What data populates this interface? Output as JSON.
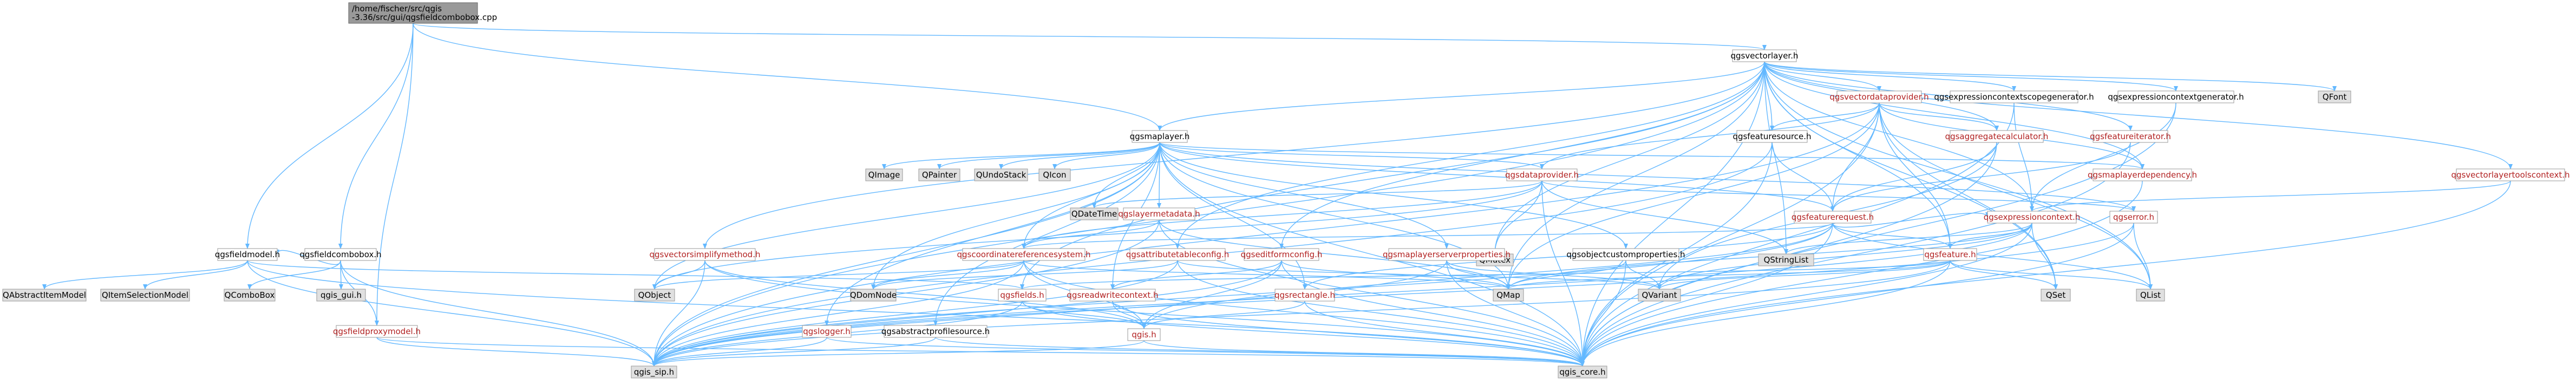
{
  "colors": {
    "edge": "#63b8ff",
    "edge_head": "#63b8ff",
    "node_fill": "#ffffff",
    "node_border": "#999999",
    "ext_fill": "#e0e0e0",
    "ext_border": "#999999",
    "root_fill": "#999999",
    "root_border": "#666666",
    "link_text": "#b22222",
    "plain_text": "#000000"
  },
  "nodes": [
    {
      "id": "root",
      "lines": [
        "/home/fischer/src/qgis",
        "-3.36/src/gui/qgsfieldcombobox.cpp"
      ],
      "kind": "root"
    },
    {
      "id": "qgsfieldmodel",
      "lines": [
        "qgsfieldmodel.h"
      ],
      "kind": "normal"
    },
    {
      "id": "qgsfieldcombobox",
      "lines": [
        "qgsfieldcombobox.h"
      ],
      "kind": "normal"
    },
    {
      "id": "qgsfieldproxymodel",
      "lines": [
        "qgsfieldproxymodel.h"
      ],
      "kind": "link"
    },
    {
      "id": "qgsvectorlayer",
      "lines": [
        "qgsvectorlayer.h"
      ],
      "kind": "normal"
    },
    {
      "id": "qgsmaplayer",
      "lines": [
        "qgsmaplayer.h"
      ],
      "kind": "normal"
    },
    {
      "id": "qgsvectordataprovider",
      "lines": [
        "qgsvectordataprovider.h"
      ],
      "kind": "link"
    },
    {
      "id": "qgsexprscopegen",
      "lines": [
        "qgsexpressioncontextscopegenerator.h"
      ],
      "kind": "normal"
    },
    {
      "id": "qgsexprgen",
      "lines": [
        "qgsexpressioncontextgenerator.h"
      ],
      "kind": "normal"
    },
    {
      "id": "QFont",
      "lines": [
        "QFont"
      ],
      "kind": "ext"
    },
    {
      "id": "qgsfeaturesource",
      "lines": [
        "qgsfeaturesource.h"
      ],
      "kind": "normal"
    },
    {
      "id": "qgsaggregatecalculator",
      "lines": [
        "qgsaggregatecalculator.h"
      ],
      "kind": "link"
    },
    {
      "id": "qgsfeatureiterator",
      "lines": [
        "qgsfeatureiterator.h"
      ],
      "kind": "link"
    },
    {
      "id": "qgsmaplayerdependency",
      "lines": [
        "qgsmaplayerdependency.h"
      ],
      "kind": "link"
    },
    {
      "id": "qgsvectorlayertoolscontext",
      "lines": [
        "qgsvectorlayertoolscontext.h"
      ],
      "kind": "link"
    },
    {
      "id": "QImage",
      "lines": [
        "QImage"
      ],
      "kind": "ext"
    },
    {
      "id": "QPainter",
      "lines": [
        "QPainter"
      ],
      "kind": "ext"
    },
    {
      "id": "QUndoStack",
      "lines": [
        "QUndoStack"
      ],
      "kind": "ext"
    },
    {
      "id": "QIcon",
      "lines": [
        "QIcon"
      ],
      "kind": "ext"
    },
    {
      "id": "qgsdataprovider",
      "lines": [
        "qgsdataprovider.h"
      ],
      "kind": "link"
    },
    {
      "id": "qgsfeaturerequest",
      "lines": [
        "qgsfeaturerequest.h"
      ],
      "kind": "link"
    },
    {
      "id": "QDateTime",
      "lines": [
        "QDateTime"
      ],
      "kind": "ext"
    },
    {
      "id": "qgslayermetadata",
      "lines": [
        "qgslayermetadata.h"
      ],
      "kind": "link"
    },
    {
      "id": "QMutex",
      "lines": [
        "QMutex"
      ],
      "kind": "ext"
    },
    {
      "id": "qgsexpressioncontext",
      "lines": [
        "qgsexpressioncontext.h"
      ],
      "kind": "link"
    },
    {
      "id": "qgserror",
      "lines": [
        "qgserror.h"
      ],
      "kind": "link"
    },
    {
      "id": "qgsvectorsimplifymethod",
      "lines": [
        "qgsvectorsimplifymethod.h"
      ],
      "kind": "link"
    },
    {
      "id": "qgscoordinatereferencesystem",
      "lines": [
        "qgscoordinatereferencesystem.h"
      ],
      "kind": "link"
    },
    {
      "id": "qgsattributetableconfig",
      "lines": [
        "qgsattributetableconfig.h"
      ],
      "kind": "link"
    },
    {
      "id": "qgseditformconfig",
      "lines": [
        "qgseditformconfig.h"
      ],
      "kind": "link"
    },
    {
      "id": "qgsmaplayerserverproperties",
      "lines": [
        "qgsmaplayerserverproperties.h"
      ],
      "kind": "link"
    },
    {
      "id": "qgsobjectcustomproperties",
      "lines": [
        "qgsobjectcustomproperties.h"
      ],
      "kind": "normal"
    },
    {
      "id": "QStringList",
      "lines": [
        "QStringList"
      ],
      "kind": "ext"
    },
    {
      "id": "qgsfeature",
      "lines": [
        "qgsfeature.h"
      ],
      "kind": "link"
    },
    {
      "id": "QAbstractItemModel",
      "lines": [
        "QAbstractItemModel"
      ],
      "kind": "ext"
    },
    {
      "id": "QItemSelectionModel",
      "lines": [
        "QItemSelectionModel"
      ],
      "kind": "ext"
    },
    {
      "id": "QComboBox",
      "lines": [
        "QComboBox"
      ],
      "kind": "ext"
    },
    {
      "id": "qgis_gui",
      "lines": [
        "qgis_gui.h"
      ],
      "kind": "ext"
    },
    {
      "id": "QObject",
      "lines": [
        "QObject"
      ],
      "kind": "ext"
    },
    {
      "id": "QDomNode",
      "lines": [
        "QDomNode"
      ],
      "kind": "ext"
    },
    {
      "id": "QMap",
      "lines": [
        "QMap"
      ],
      "kind": "ext"
    },
    {
      "id": "QVariant",
      "lines": [
        "QVariant"
      ],
      "kind": "ext"
    },
    {
      "id": "QSet",
      "lines": [
        "QSet"
      ],
      "kind": "ext"
    },
    {
      "id": "QList",
      "lines": [
        "QList"
      ],
      "kind": "ext"
    },
    {
      "id": "qgsfields",
      "lines": [
        "qgsfields.h"
      ],
      "kind": "link"
    },
    {
      "id": "qgsreadwritecontext",
      "lines": [
        "qgsreadwritecontext.h"
      ],
      "kind": "link"
    },
    {
      "id": "qgsrectangle",
      "lines": [
        "qgsrectangle.h"
      ],
      "kind": "link"
    },
    {
      "id": "qgslogger",
      "lines": [
        "qgslogger.h"
      ],
      "kind": "link"
    },
    {
      "id": "qgsabstractprofilesource",
      "lines": [
        "qgsabstractprofilesource.h"
      ],
      "kind": "normal"
    },
    {
      "id": "qgis",
      "lines": [
        "qgis.h"
      ],
      "kind": "link"
    },
    {
      "id": "qgis_sip",
      "lines": [
        "qgis_sip.h"
      ],
      "kind": "ext"
    },
    {
      "id": "qgis_core",
      "lines": [
        "qgis_core.h"
      ],
      "kind": "ext"
    }
  ],
  "edges": [
    [
      "root",
      "qgsfieldmodel"
    ],
    [
      "root",
      "qgsfieldcombobox"
    ],
    [
      "root",
      "qgsfieldproxymodel"
    ],
    [
      "root",
      "qgsvectorlayer"
    ],
    [
      "root",
      "qgsmaplayer"
    ],
    [
      "qgsfieldmodel",
      "QAbstractItemModel"
    ],
    [
      "qgsfieldmodel",
      "QItemSelectionModel"
    ],
    [
      "qgsfieldmodel",
      "qgis_core"
    ],
    [
      "qgsfieldmodel",
      "qgis_sip"
    ],
    [
      "qgsfieldmodel",
      "qgsfields"
    ],
    [
      "qgsfieldcombobox",
      "QComboBox"
    ],
    [
      "qgsfieldcombobox",
      "qgis_gui"
    ],
    [
      "qgsfieldcombobox",
      "qgsfieldproxymodel"
    ],
    [
      "qgsfieldcombobox",
      "qgis_sip"
    ],
    [
      "qgsfieldcombobox",
      "qgsfieldmodel"
    ],
    [
      "qgsfieldproxymodel",
      "qgis_core"
    ],
    [
      "qgsfieldproxymodel",
      "qgis_sip"
    ],
    [
      "qgsvectorlayer",
      "qgsmaplayer"
    ],
    [
      "qgsvectorlayer",
      "qgsvectordataprovider"
    ],
    [
      "qgsvectorlayer",
      "qgsexprscopegen"
    ],
    [
      "qgsvectorlayer",
      "qgsexprgen"
    ],
    [
      "qgsvectorlayer",
      "QFont"
    ],
    [
      "qgsvectorlayer",
      "qgsfeaturesource"
    ],
    [
      "qgsvectorlayer",
      "qgsfeatureiterator"
    ],
    [
      "qgsvectorlayer",
      "qgsvectorlayertoolscontext"
    ],
    [
      "qgsvectorlayer",
      "QMutex"
    ],
    [
      "qgsvectorlayer",
      "QStringList"
    ],
    [
      "qgsvectorlayer",
      "qgsfeature"
    ],
    [
      "qgsvectorlayer",
      "QSet"
    ],
    [
      "qgsvectorlayer",
      "QList"
    ],
    [
      "qgsvectorlayer",
      "qgis_core"
    ],
    [
      "qgsvectorlayer",
      "qgis_sip"
    ],
    [
      "qgsvectorlayer",
      "QMap"
    ],
    [
      "qgsvectorlayer",
      "qgsvectorsimplifymethod"
    ],
    [
      "qgsvectorlayer",
      "qgseditformconfig"
    ],
    [
      "qgsvectorlayer",
      "qgsattributetableconfig"
    ],
    [
      "qgsvectorlayer",
      "qgsaggregatecalculator"
    ],
    [
      "qgsvectorlayer",
      "qgsfields"
    ],
    [
      "qgsvectorlayer",
      "qgsmaplayerdependency"
    ],
    [
      "qgsvectorlayer",
      "qgsexpressioncontext"
    ],
    [
      "qgsmaplayer",
      "QImage"
    ],
    [
      "qgsmaplayer",
      "QPainter"
    ],
    [
      "qgsmaplayer",
      "QUndoStack"
    ],
    [
      "qgsmaplayer",
      "QIcon"
    ],
    [
      "qgsmaplayer",
      "qgsdataprovider"
    ],
    [
      "qgsmaplayer",
      "qgsfeaturerequest"
    ],
    [
      "qgsmaplayer",
      "QDateTime"
    ],
    [
      "qgsmaplayer",
      "qgslayermetadata"
    ],
    [
      "qgsmaplayer",
      "qgserror"
    ],
    [
      "qgsmaplayer",
      "qgscoordinatereferencesystem"
    ],
    [
      "qgsmaplayer",
      "qgsmaplayerserverproperties"
    ],
    [
      "qgsmaplayer",
      "qgsobjectcustomproperties"
    ],
    [
      "qgsmaplayer",
      "QObject"
    ],
    [
      "qgsmaplayer",
      "QDomNode"
    ],
    [
      "qgsmaplayer",
      "QMap"
    ],
    [
      "qgsmaplayer",
      "qgsrectangle"
    ],
    [
      "qgsmaplayer",
      "qgis_core"
    ],
    [
      "qgsmaplayer",
      "qgis_sip"
    ],
    [
      "qgsmaplayer",
      "qgsreadwritecontext"
    ],
    [
      "qgsmaplayer",
      "qgsmaplayerdependency"
    ],
    [
      "qgsmaplayer",
      "qgsabstractprofilesource"
    ],
    [
      "qgsmaplayer",
      "qgslogger"
    ],
    [
      "qgsvectordataprovider",
      "qgsdataprovider"
    ],
    [
      "qgsvectordataprovider",
      "qgsfeaturesource"
    ],
    [
      "qgsvectordataprovider",
      "qgsaggregatecalculator"
    ],
    [
      "qgsvectordataprovider",
      "qgsfeaturerequest"
    ],
    [
      "qgsvectordataprovider",
      "qgsfeature"
    ],
    [
      "qgsvectordataprovider",
      "QSet"
    ],
    [
      "qgsvectordataprovider",
      "QMap"
    ],
    [
      "qgsvectordataprovider",
      "qgis_core"
    ],
    [
      "qgsvectordataprovider",
      "qgis_sip"
    ],
    [
      "qgsvectordataprovider",
      "qgsmaplayerdependency"
    ],
    [
      "qgsvectordataprovider",
      "QList"
    ],
    [
      "qgsexprscopegen",
      "qgsexpressioncontext"
    ],
    [
      "qgsexprscopegen",
      "qgis_core"
    ],
    [
      "qgsexprgen",
      "qgsexpressioncontext"
    ],
    [
      "qgsexprgen",
      "qgis_core"
    ],
    [
      "qgsfeaturesource",
      "qgsfeaturerequest"
    ],
    [
      "qgsfeaturesource",
      "qgis_core"
    ],
    [
      "qgsfeaturesource",
      "qgis_sip"
    ],
    [
      "qgsaggregatecalculator",
      "qgsfeaturerequest"
    ],
    [
      "qgsaggregatecalculator",
      "QVariant"
    ],
    [
      "qgsaggregatecalculator",
      "qgis_core"
    ],
    [
      "qgsfeatureiterator",
      "qgsfeaturerequest"
    ],
    [
      "qgsfeatureiterator",
      "qgis_core"
    ],
    [
      "qgsmaplayerdependency",
      "qgis_core"
    ],
    [
      "qgsvectorlayertoolscontext",
      "qgsexpressioncontext"
    ],
    [
      "qgsvectorlayertoolscontext",
      "qgis_core"
    ],
    [
      "qgsdataprovider",
      "QDateTime"
    ],
    [
      "qgsdataprovider",
      "QObject"
    ],
    [
      "qgsdataprovider",
      "QMutex"
    ],
    [
      "qgsdataprovider",
      "qgserror"
    ],
    [
      "qgsdataprovider",
      "QStringList"
    ],
    [
      "qgsdataprovider",
      "qgis_core"
    ],
    [
      "qgsdataprovider",
      "qgscoordinatereferencesystem"
    ],
    [
      "qgsfeaturerequest",
      "QFlags"
    ],
    [
      "qgsfeaturerequest",
      "qgsfeature"
    ],
    [
      "qgsfeaturerequest",
      "qgsexpressioncontext"
    ],
    [
      "qgsfeaturerequest",
      "qgscoordinatereferencesystem"
    ],
    [
      "qgsfeaturerequest",
      "qgsrectangle"
    ],
    [
      "qgsfeaturerequest",
      "qgis_core"
    ],
    [
      "qgsfeaturerequest",
      "qgis_sip"
    ],
    [
      "qgsfeaturerequest",
      "QList"
    ],
    [
      "qgsfeaturerequest",
      "qgis"
    ],
    [
      "qgslayermetadata",
      "qgscoordinatereferencesystem"
    ],
    [
      "qgslayermetadata",
      "qgis_core"
    ],
    [
      "qgslayermetadata",
      "qgis_sip"
    ],
    [
      "qgslayermetadata",
      "QMap"
    ],
    [
      "qgsexpressioncontext",
      "qgsfeature"
    ],
    [
      "qgsexpressioncontext",
      "QSet"
    ],
    [
      "qgsexpressioncontext",
      "QStringList"
    ],
    [
      "qgsexpressioncontext",
      "QVariant"
    ],
    [
      "qgsexpressioncontext",
      "qgis_core"
    ],
    [
      "qgsexpressioncontext",
      "qgis_sip"
    ],
    [
      "qgsexpressioncontext",
      "QMap"
    ],
    [
      "qgserror",
      "QList"
    ],
    [
      "qgserror",
      "qgis_core"
    ],
    [
      "qgserror",
      "qgis_sip"
    ],
    [
      "qgsvectorsimplifymethod",
      "QObject"
    ],
    [
      "qgsvectorsimplifymethod",
      "qgis_core"
    ],
    [
      "qgsvectorsimplifymethod",
      "qgis_sip"
    ],
    [
      "qgsvectorsimplifymethod",
      "qgis"
    ],
    [
      "qgscoordinatereferencesystem",
      "QObject"
    ],
    [
      "qgscoordinatereferencesystem",
      "QDomNode"
    ],
    [
      "qgscoordinatereferencesystem",
      "QMap"
    ],
    [
      "qgscoordinatereferencesystem",
      "qgis_core"
    ],
    [
      "qgscoordinatereferencesystem",
      "qgis_sip"
    ],
    [
      "qgscoordinatereferencesystem",
      "qgis"
    ],
    [
      "qgsattributetableconfig",
      "qgis_core"
    ],
    [
      "qgsattributetableconfig",
      "QDomNode"
    ],
    [
      "qgsattributetableconfig",
      "QVariant"
    ],
    [
      "qgsattributetableconfig",
      "qgis_sip"
    ],
    [
      "qgseditformconfig",
      "qgsreadwritecontext"
    ],
    [
      "qgseditformconfig",
      "QMap"
    ],
    [
      "qgseditformconfig",
      "qgis_core"
    ],
    [
      "qgseditformconfig",
      "qgis_sip"
    ],
    [
      "qgseditformconfig",
      "qgis"
    ],
    [
      "qgsmaplayerserverproperties",
      "QMap"
    ],
    [
      "qgsmaplayerserverproperties",
      "QVariant"
    ],
    [
      "qgsmaplayerserverproperties",
      "qgis_core"
    ],
    [
      "qgsmaplayerserverproperties",
      "qgis_sip"
    ],
    [
      "qgsobjectcustomproperties",
      "QVariant"
    ],
    [
      "qgsobjectcustomproperties",
      "qgis_core"
    ],
    [
      "qgsobjectcustomproperties",
      "QMap"
    ],
    [
      "qgsfeature",
      "QMap"
    ],
    [
      "qgsfeature",
      "QVariant"
    ],
    [
      "qgsfeature",
      "QList"
    ],
    [
      "qgsfeature",
      "QSet"
    ],
    [
      "qgsfeature",
      "qgis_core"
    ],
    [
      "qgsfeature",
      "qgis_sip"
    ],
    [
      "qgsfeature",
      "qgsfields"
    ],
    [
      "qgsfields",
      "qgis_core"
    ],
    [
      "qgsfields",
      "qgis_sip"
    ],
    [
      "qgsfields",
      "qgis"
    ],
    [
      "qgsreadwritecontext",
      "qgis"
    ],
    [
      "qgsreadwritecontext",
      "qgis_core"
    ],
    [
      "qgsrectangle",
      "qgis"
    ],
    [
      "qgsrectangle",
      "qgis_core"
    ],
    [
      "qgslogger",
      "qgis_core"
    ],
    [
      "qgslogger",
      "qgis_sip"
    ],
    [
      "qgsabstractprofilesource",
      "qgis_core"
    ],
    [
      "qgsabstractprofilesource",
      "qgis_sip"
    ],
    [
      "qgis",
      "qgis_core"
    ],
    [
      "qgis",
      "qgis_sip"
    ]
  ]
}
